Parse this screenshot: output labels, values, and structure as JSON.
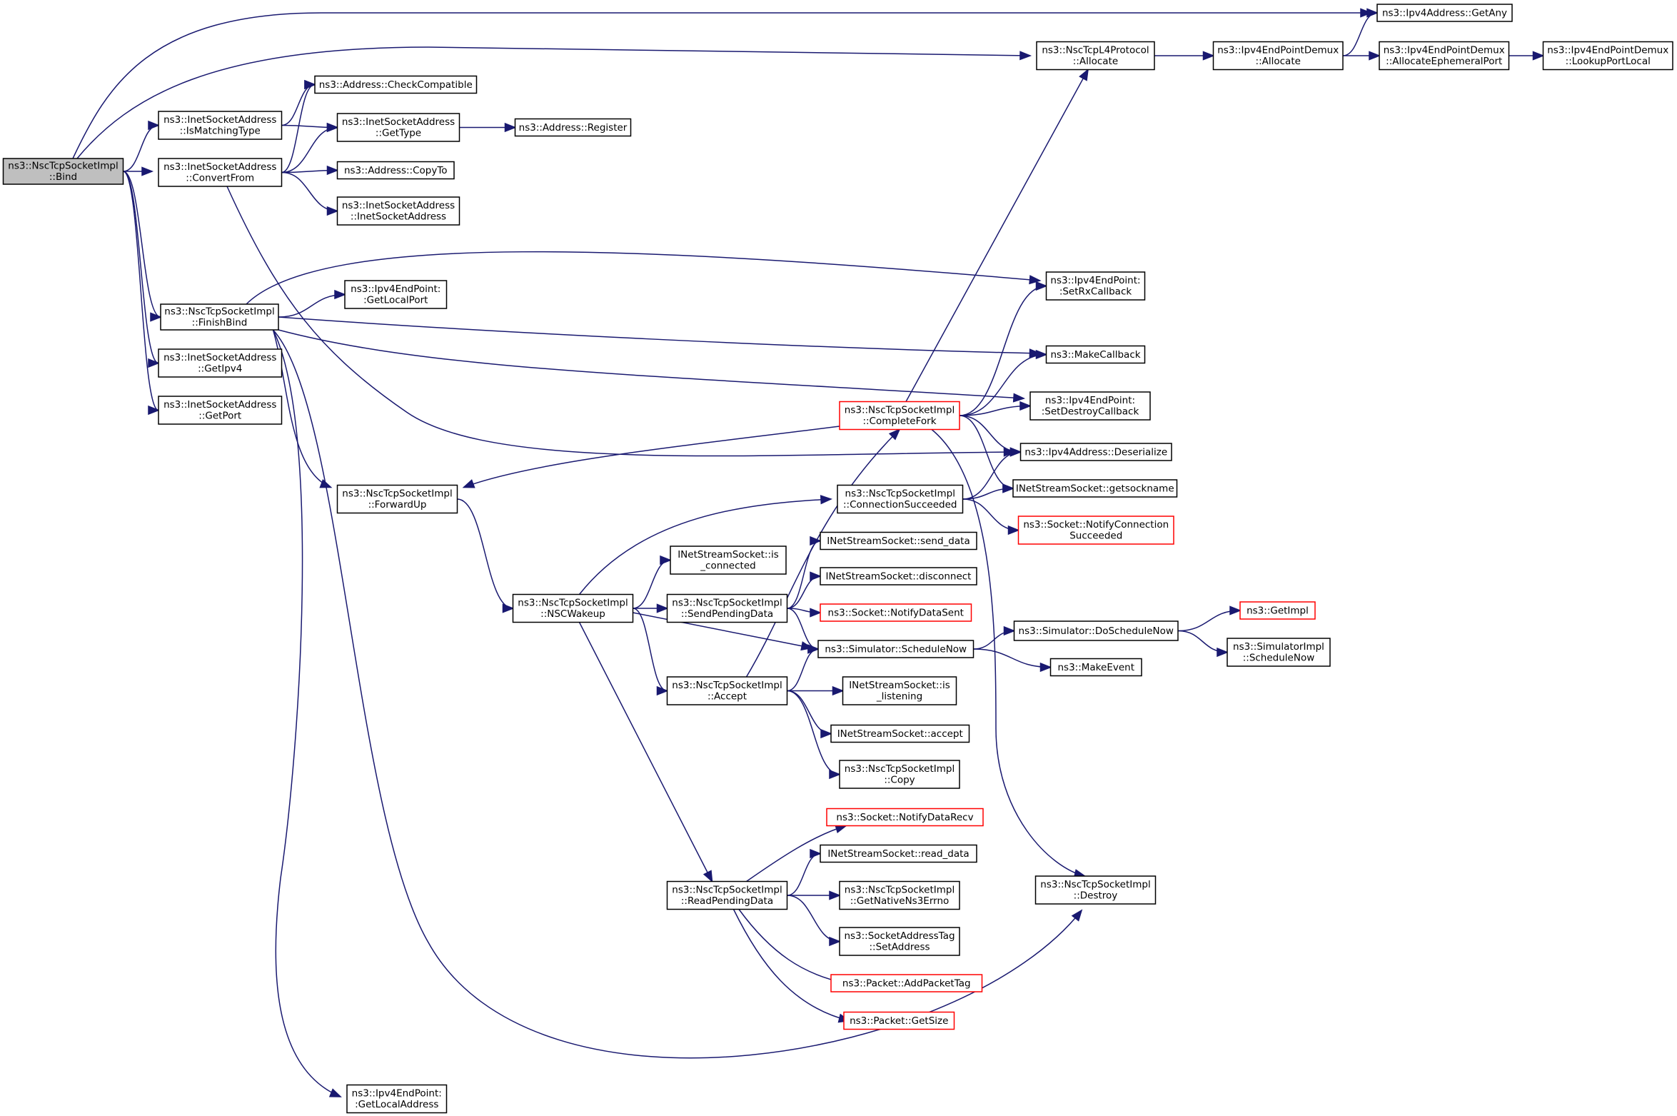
{
  "colors": {
    "edge": "#191970",
    "box_border": "#000000",
    "truncated_border": "#ff0000",
    "root_fill": "#bfbfbf"
  },
  "nodes": [
    {
      "id": "bind",
      "lines": [
        "ns3::NscTcpSocketImpl",
        "::Bind"
      ],
      "root": true
    },
    {
      "id": "ipv4_getany",
      "lines": [
        "ns3::Ipv4Address::GetAny"
      ]
    },
    {
      "id": "l4_allocate",
      "lines": [
        "ns3::NscTcpL4Protocol",
        "::Allocate"
      ]
    },
    {
      "id": "demux_allocate",
      "lines": [
        "ns3::Ipv4EndPointDemux",
        "::Allocate"
      ]
    },
    {
      "id": "demux_alloc_eph",
      "lines": [
        "ns3::Ipv4EndPointDemux",
        "::AllocateEphemeralPort"
      ]
    },
    {
      "id": "demux_lookup",
      "lines": [
        "ns3::Ipv4EndPointDemux",
        "::LookupPortLocal"
      ]
    },
    {
      "id": "addr_checkcompat",
      "lines": [
        "ns3::Address::CheckCompatible"
      ]
    },
    {
      "id": "isa_ismatching",
      "lines": [
        "ns3::InetSocketAddress",
        "::IsMatchingType"
      ]
    },
    {
      "id": "isa_gettype",
      "lines": [
        "ns3::InetSocketAddress",
        "::GetType"
      ]
    },
    {
      "id": "addr_register",
      "lines": [
        "ns3::Address::Register"
      ]
    },
    {
      "id": "isa_convertfrom",
      "lines": [
        "ns3::InetSocketAddress",
        "::ConvertFrom"
      ]
    },
    {
      "id": "addr_copyto",
      "lines": [
        "ns3::Address::CopyTo"
      ]
    },
    {
      "id": "isa_ctor",
      "lines": [
        "ns3::InetSocketAddress",
        "::InetSocketAddress"
      ]
    },
    {
      "id": "ep_setrx",
      "lines": [
        "ns3::Ipv4EndPoint:",
        ":SetRxCallback"
      ]
    },
    {
      "id": "finishbind",
      "lines": [
        "ns3::NscTcpSocketImpl",
        "::FinishBind"
      ]
    },
    {
      "id": "ep_getlocalport",
      "lines": [
        "ns3::Ipv4EndPoint:",
        ":GetLocalPort"
      ]
    },
    {
      "id": "makecallback",
      "lines": [
        "ns3::MakeCallback"
      ]
    },
    {
      "id": "isa_getipv4",
      "lines": [
        "ns3::InetSocketAddress",
        "::GetIpv4"
      ]
    },
    {
      "id": "ep_setdestroy",
      "lines": [
        "ns3::Ipv4EndPoint:",
        ":SetDestroyCallback"
      ]
    },
    {
      "id": "isa_getport",
      "lines": [
        "ns3::InetSocketAddress",
        "::GetPort"
      ]
    },
    {
      "id": "completefork",
      "lines": [
        "ns3::NscTcpSocketImpl",
        "::CompleteFork"
      ],
      "truncated": true
    },
    {
      "id": "ipv4_deserialize",
      "lines": [
        "ns3::Ipv4Address::Deserialize"
      ]
    },
    {
      "id": "forwardup",
      "lines": [
        "ns3::NscTcpSocketImpl",
        "::ForwardUp"
      ]
    },
    {
      "id": "connsucceeded",
      "lines": [
        "ns3::NscTcpSocketImpl",
        "::ConnectionSucceeded"
      ]
    },
    {
      "id": "getsockname",
      "lines": [
        "INetStreamSocket::getsockname"
      ]
    },
    {
      "id": "notify_conn",
      "lines": [
        "ns3::Socket::NotifyConnection",
        "Succeeded"
      ],
      "truncated": true
    },
    {
      "id": "send_data",
      "lines": [
        "INetStreamSocket::send_data"
      ]
    },
    {
      "id": "is_connected",
      "lines": [
        "INetStreamSocket::is",
        "_connected"
      ]
    },
    {
      "id": "disconnect",
      "lines": [
        "INetStreamSocket::disconnect"
      ]
    },
    {
      "id": "nscwakeup",
      "lines": [
        "ns3::NscTcpSocketImpl",
        "::NSCWakeup"
      ]
    },
    {
      "id": "sendpending",
      "lines": [
        "ns3::NscTcpSocketImpl",
        "::SendPendingData"
      ]
    },
    {
      "id": "notify_datasent",
      "lines": [
        "ns3::Socket::NotifyDataSent"
      ],
      "truncated": true
    },
    {
      "id": "getimpl",
      "lines": [
        "ns3::GetImpl"
      ],
      "truncated": true
    },
    {
      "id": "sim_doschedule",
      "lines": [
        "ns3::Simulator::DoScheduleNow"
      ]
    },
    {
      "id": "simimpl_schedule",
      "lines": [
        "ns3::SimulatorImpl",
        "::ScheduleNow"
      ]
    },
    {
      "id": "sim_schedulenow",
      "lines": [
        "ns3::Simulator::ScheduleNow"
      ]
    },
    {
      "id": "makeevent",
      "lines": [
        "ns3::MakeEvent"
      ]
    },
    {
      "id": "accept_impl",
      "lines": [
        "ns3::NscTcpSocketImpl",
        "::Accept"
      ]
    },
    {
      "id": "is_listening",
      "lines": [
        "INetStreamSocket::is",
        "_listening"
      ]
    },
    {
      "id": "ins_accept",
      "lines": [
        "INetStreamSocket::accept"
      ]
    },
    {
      "id": "copy",
      "lines": [
        "ns3::NscTcpSocketImpl",
        "::Copy"
      ]
    },
    {
      "id": "notify_datarecv",
      "lines": [
        "ns3::Socket::NotifyDataRecv"
      ],
      "truncated": true
    },
    {
      "id": "read_data",
      "lines": [
        "INetStreamSocket::read_data"
      ]
    },
    {
      "id": "readpending",
      "lines": [
        "ns3::NscTcpSocketImpl",
        "::ReadPendingData"
      ]
    },
    {
      "id": "getnativeerrno",
      "lines": [
        "ns3::NscTcpSocketImpl",
        "::GetNativeNs3Errno"
      ]
    },
    {
      "id": "destroy",
      "lines": [
        "ns3::NscTcpSocketImpl",
        "::Destroy"
      ]
    },
    {
      "id": "satag_setaddr",
      "lines": [
        "ns3::SocketAddressTag",
        "::SetAddress"
      ]
    },
    {
      "id": "addpackettag",
      "lines": [
        "ns3::Packet::AddPacketTag"
      ],
      "truncated": true
    },
    {
      "id": "getsize",
      "lines": [
        "ns3::Packet::GetSize"
      ],
      "truncated": true
    },
    {
      "id": "ep_getlocaladdr",
      "lines": [
        "ns3::Ipv4EndPoint:",
        ":GetLocalAddress"
      ]
    }
  ],
  "edges": [
    [
      "bind",
      "ipv4_getany"
    ],
    [
      "bind",
      "l4_allocate"
    ],
    [
      "bind",
      "isa_ismatching"
    ],
    [
      "bind",
      "isa_convertfrom"
    ],
    [
      "bind",
      "finishbind"
    ],
    [
      "bind",
      "isa_getipv4"
    ],
    [
      "bind",
      "isa_getport"
    ],
    [
      "l4_allocate",
      "demux_allocate"
    ],
    [
      "demux_allocate",
      "ipv4_getany"
    ],
    [
      "demux_allocate",
      "demux_alloc_eph"
    ],
    [
      "demux_alloc_eph",
      "demux_lookup"
    ],
    [
      "isa_ismatching",
      "addr_checkcompat"
    ],
    [
      "isa_ismatching",
      "isa_gettype"
    ],
    [
      "isa_gettype",
      "addr_register"
    ],
    [
      "isa_convertfrom",
      "addr_checkcompat"
    ],
    [
      "isa_convertfrom",
      "isa_gettype"
    ],
    [
      "isa_convertfrom",
      "addr_copyto"
    ],
    [
      "isa_convertfrom",
      "isa_ctor"
    ],
    [
      "isa_convertfrom",
      "ipv4_deserialize"
    ],
    [
      "finishbind",
      "ep_setrx"
    ],
    [
      "finishbind",
      "ep_getlocalport"
    ],
    [
      "finishbind",
      "makecallback"
    ],
    [
      "finishbind",
      "ep_setdestroy"
    ],
    [
      "finishbind",
      "forwardup"
    ],
    [
      "finishbind",
      "destroy"
    ],
    [
      "finishbind",
      "ep_getlocaladdr"
    ],
    [
      "completefork",
      "l4_allocate"
    ],
    [
      "completefork",
      "ep_setrx"
    ],
    [
      "completefork",
      "makecallback"
    ],
    [
      "completefork",
      "ep_setdestroy"
    ],
    [
      "completefork",
      "ipv4_deserialize"
    ],
    [
      "completefork",
      "getsockname"
    ],
    [
      "completefork",
      "forwardup"
    ],
    [
      "completefork",
      "destroy"
    ],
    [
      "forwardup",
      "nscwakeup"
    ],
    [
      "nscwakeup",
      "connsucceeded"
    ],
    [
      "nscwakeup",
      "is_connected"
    ],
    [
      "nscwakeup",
      "sendpending"
    ],
    [
      "nscwakeup",
      "sim_schedulenow"
    ],
    [
      "nscwakeup",
      "accept_impl"
    ],
    [
      "nscwakeup",
      "readpending"
    ],
    [
      "connsucceeded",
      "ipv4_deserialize"
    ],
    [
      "connsucceeded",
      "getsockname"
    ],
    [
      "connsucceeded",
      "notify_conn"
    ],
    [
      "sendpending",
      "send_data"
    ],
    [
      "sendpending",
      "disconnect"
    ],
    [
      "sendpending",
      "notify_datasent"
    ],
    [
      "sendpending",
      "sim_schedulenow"
    ],
    [
      "sim_schedulenow",
      "sim_doschedule"
    ],
    [
      "sim_schedulenow",
      "makeevent"
    ],
    [
      "sim_doschedule",
      "getimpl"
    ],
    [
      "sim_doschedule",
      "simimpl_schedule"
    ],
    [
      "accept_impl",
      "completefork"
    ],
    [
      "accept_impl",
      "sim_schedulenow"
    ],
    [
      "accept_impl",
      "is_listening"
    ],
    [
      "accept_impl",
      "ins_accept"
    ],
    [
      "accept_impl",
      "copy"
    ],
    [
      "readpending",
      "notify_datarecv"
    ],
    [
      "readpending",
      "read_data"
    ],
    [
      "readpending",
      "getnativeerrno"
    ],
    [
      "readpending",
      "satag_setaddr"
    ],
    [
      "readpending",
      "addpackettag"
    ],
    [
      "readpending",
      "getsize"
    ]
  ]
}
